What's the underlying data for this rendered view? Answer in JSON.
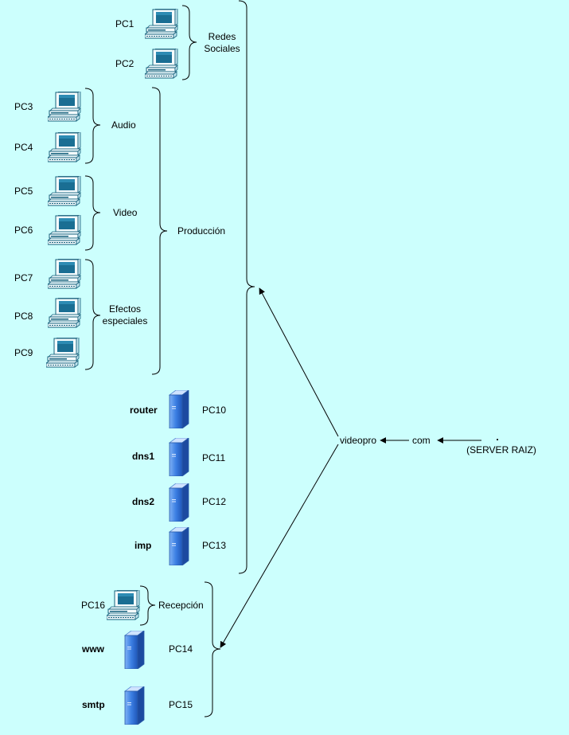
{
  "pcs": {
    "pc1": "PC1",
    "pc2": "PC2",
    "pc3": "PC3",
    "pc4": "PC4",
    "pc5": "PC5",
    "pc6": "PC6",
    "pc7": "PC7",
    "pc8": "PC8",
    "pc9": "PC9",
    "pc10": "PC10",
    "pc11": "PC11",
    "pc12": "PC12",
    "pc13": "PC13",
    "pc14": "PC14",
    "pc15": "PC15",
    "pc16": "PC16"
  },
  "groups": {
    "redes_line1": "Redes",
    "redes_line2": "Sociales",
    "audio": "Audio",
    "video": "Video",
    "efectos_line1": "Efectos",
    "efectos_line2": "especiales",
    "produccion": "Producción",
    "recepcion": "Recepción"
  },
  "servers": {
    "router": "router",
    "dns1": "dns1",
    "dns2": "dns2",
    "imp": "imp",
    "www": "www",
    "smtp": "smtp"
  },
  "dns_chain": {
    "videopro": "videopro",
    "com": "com",
    "root_dot": ".",
    "root_label": "(SERVER RAIZ)"
  },
  "icons": {
    "workstation": "desktop-computer-icon",
    "server": "server-tower-icon"
  },
  "colors": {
    "background": "#ccfffd",
    "pc_body": "#1f6f8f",
    "server_blue": "#3b7ae0",
    "line": "#000000"
  }
}
